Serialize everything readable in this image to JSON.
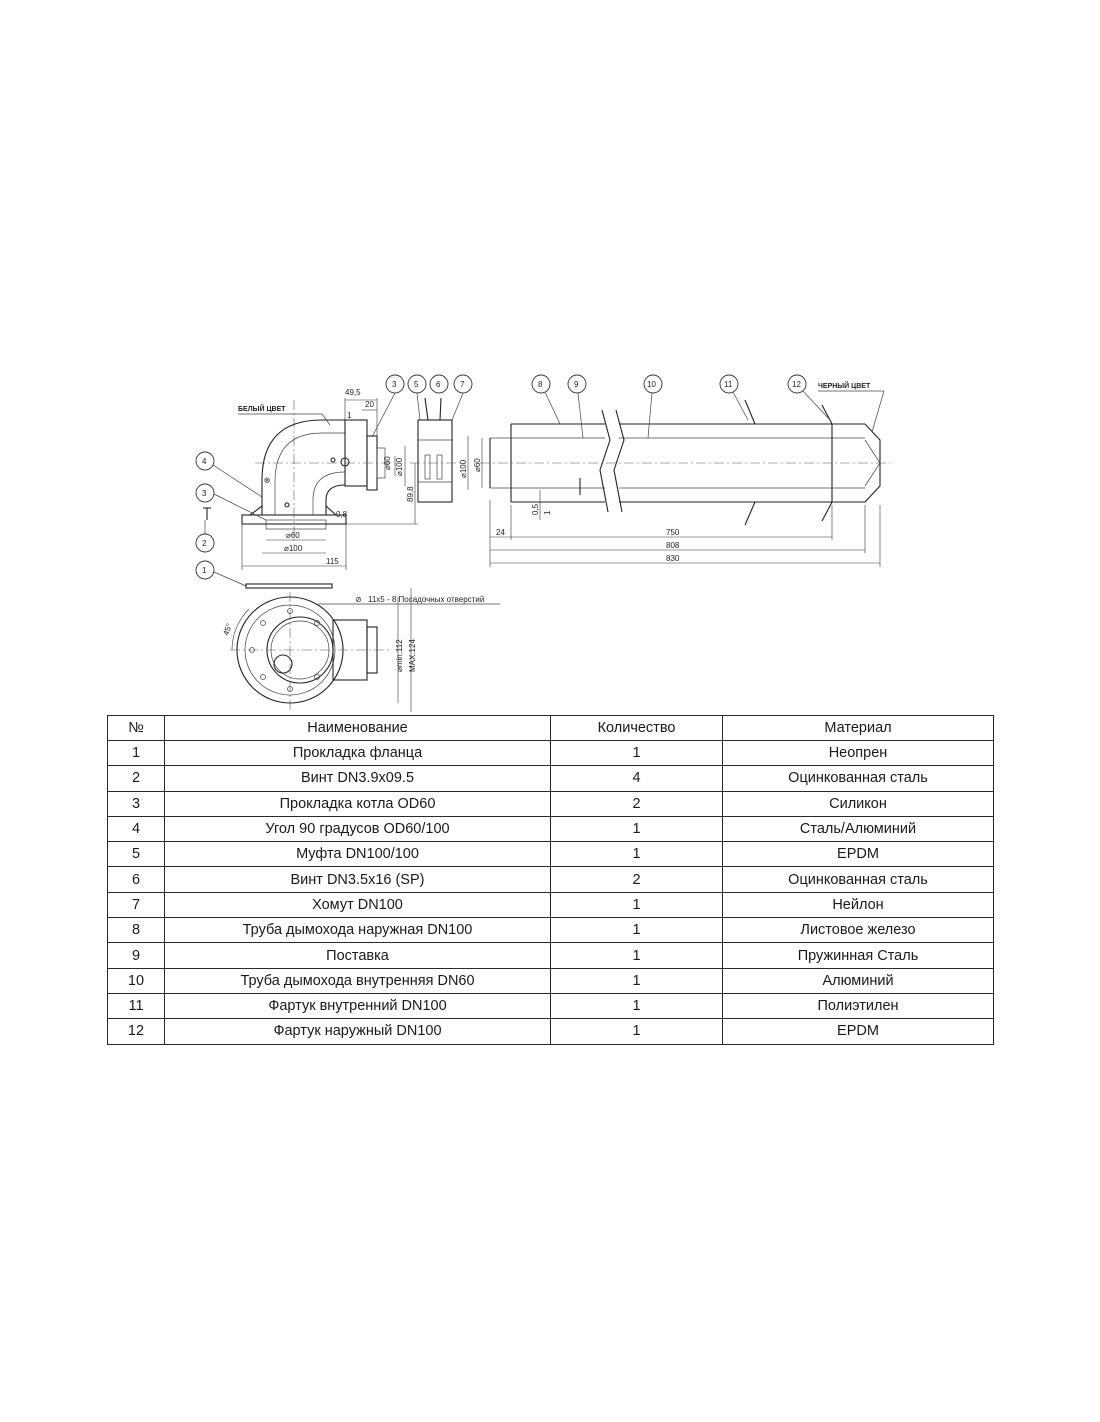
{
  "drawing": {
    "label_white": "БЕЛЫЙ ЦВЕТ",
    "label_black": "ЧЕРНЫЙ ЦВЕТ",
    "holes_note": "11х5 - 8 Посадочных отверстий",
    "callouts": [
      "1",
      "2",
      "3",
      "3",
      "4",
      "5",
      "6",
      "7",
      "8",
      "9",
      "10",
      "11",
      "12"
    ],
    "dims": {
      "d49_5": "49,5",
      "d20": "20",
      "d1": "1",
      "d60a": "⌀60",
      "d100a": "⌀100",
      "d89_8": "89,8",
      "d0_8": "0,8",
      "d60b": "⌀60",
      "d100b": "⌀100",
      "d115": "115",
      "d100c": "⌀100",
      "d60c": "⌀60",
      "d0_5": "0,5",
      "d1b": "1",
      "d24": "24",
      "d750": "750",
      "d808": "808",
      "d830": "830",
      "d45": "45°",
      "dmin112": "⌀min.112",
      "dmax124": "MAX.124"
    }
  },
  "table": {
    "headers": [
      "№",
      "Наименование",
      "Количество",
      "Материал"
    ],
    "rows": [
      [
        "1",
        "Прокладка фланца",
        "1",
        "Неопрен"
      ],
      [
        "2",
        "Винт DN3.9x09.5",
        "4",
        "Оцинкованная сталь"
      ],
      [
        "3",
        "Прокладка котла OD60",
        "2",
        "Силикон"
      ],
      [
        "4",
        "Угол 90 градусов OD60/100",
        "1",
        "Сталь/Алюминий"
      ],
      [
        "5",
        "Муфта DN100/100",
        "1",
        "EPDM"
      ],
      [
        "6",
        "Винт DN3.5x16 (SP)",
        "2",
        "Оцинкованная сталь"
      ],
      [
        "7",
        "Хомут DN100",
        "1",
        "Нейлон"
      ],
      [
        "8",
        "Труба дымохода наружная DN100",
        "1",
        "Листовое железо"
      ],
      [
        "9",
        "Поставка",
        "1",
        "Пружинная Сталь"
      ],
      [
        "10",
        "Труба дымохода внутренняя DN60",
        "1",
        "Алюминий"
      ],
      [
        "11",
        "Фартук внутренний DN100",
        "1",
        "Полиэтилен"
      ],
      [
        "12",
        "Фартук наружный DN100",
        "1",
        "EPDM"
      ]
    ]
  }
}
